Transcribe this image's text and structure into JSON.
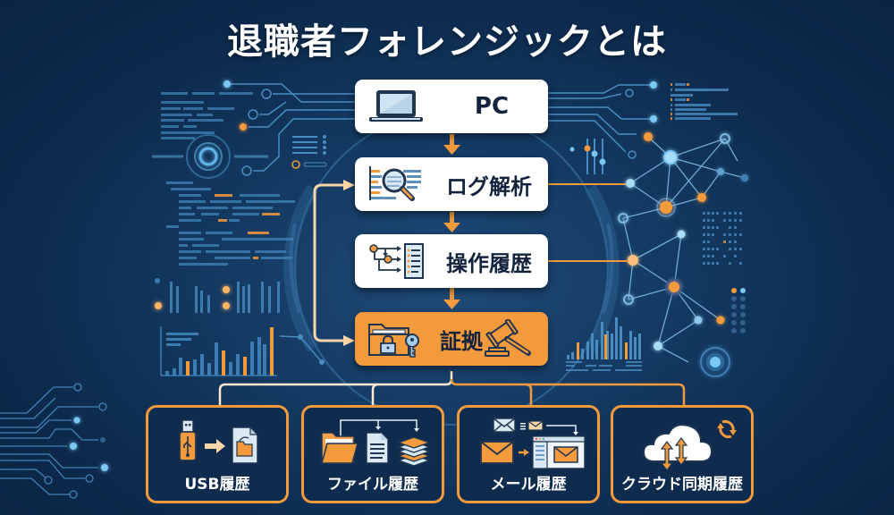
{
  "title": "退職者フォレンジックとは",
  "colors": {
    "accent": "#f39a3c",
    "box_text": "#13233d",
    "background": "#0c2a4c",
    "line_blue": "#5fa7d9"
  },
  "flow": {
    "steps": [
      {
        "label": "PC",
        "icon": "laptop-icon"
      },
      {
        "label": "ログ解析",
        "icon": "log-search-icon"
      },
      {
        "label": "操作履歴",
        "icon": "operation-flow-icon"
      },
      {
        "label": "証拠",
        "icon": "locked-folder-key-icon",
        "icon2": "gavel-icon"
      }
    ]
  },
  "categories": [
    {
      "label": "USB履歴",
      "icon": "usb-to-file-icon"
    },
    {
      "label": "ファイル履歴",
      "icon": "folder-doc-stack-icon"
    },
    {
      "label": "メール履歴",
      "icon": "mail-transfer-icon"
    },
    {
      "label": "クラウド同期履歴",
      "icon": "cloud-sync-icon"
    }
  ]
}
